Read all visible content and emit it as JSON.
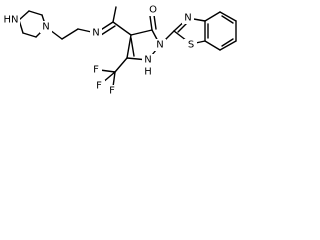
{
  "molecule": {
    "atoms": {
      "piperazine_nh": "HN",
      "piperazine_n": "N",
      "imine_n": "N",
      "carbonyl_o": "O",
      "pyrazole_n2": "N",
      "pyrazole_nh": "N",
      "pyrazole_h": "H",
      "thiazole_s": "S",
      "thiazole_n": "N",
      "fluorine_1": "F",
      "fluorine_2": "F",
      "fluorine_3": "F"
    }
  }
}
